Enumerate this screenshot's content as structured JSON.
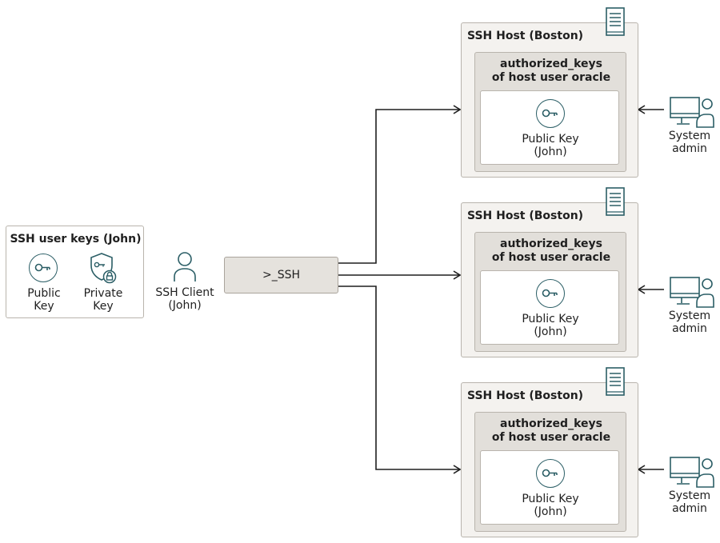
{
  "colors": {
    "icon_teal": "#2b5e66",
    "line": "#1f1f1f",
    "panel_border": "#b9b4ad",
    "host_fill": "#f4f2ef",
    "keys_fill": "#e2dfda",
    "button_fill": "#e5e2dd"
  },
  "user_keys": {
    "title": "SSH user keys (John)",
    "public_key": {
      "line1": "Public",
      "line2": "Key",
      "icon": "key-icon"
    },
    "private_key": {
      "line1": "Private",
      "line2": "Key",
      "icon": "shield-lock-key-icon"
    }
  },
  "client": {
    "line1": "SSH Client",
    "line2": "(John)",
    "icon": "person-icon"
  },
  "ssh_button": {
    "label": ">_SSH"
  },
  "hosts": [
    {
      "title": "SSH Host (Boston)",
      "authorized_keys": {
        "line1": "authorized_keys",
        "line2": "of host user oracle"
      },
      "public_key": {
        "line1": "Public Key",
        "line2": "(John)"
      },
      "admin": {
        "line1": "System",
        "line2": "admin"
      }
    },
    {
      "title": "SSH Host (Boston)",
      "authorized_keys": {
        "line1": "authorized_keys",
        "line2": "of host user oracle"
      },
      "public_key": {
        "line1": "Public Key",
        "line2": "(John)"
      },
      "admin": {
        "line1": "System",
        "line2": "admin"
      }
    },
    {
      "title": "SSH Host (Boston)",
      "authorized_keys": {
        "line1": "authorized_keys",
        "line2": "of host user oracle"
      },
      "public_key": {
        "line1": "Public Key",
        "line2": "(John)"
      },
      "admin": {
        "line1": "System",
        "line2": "admin"
      }
    }
  ]
}
